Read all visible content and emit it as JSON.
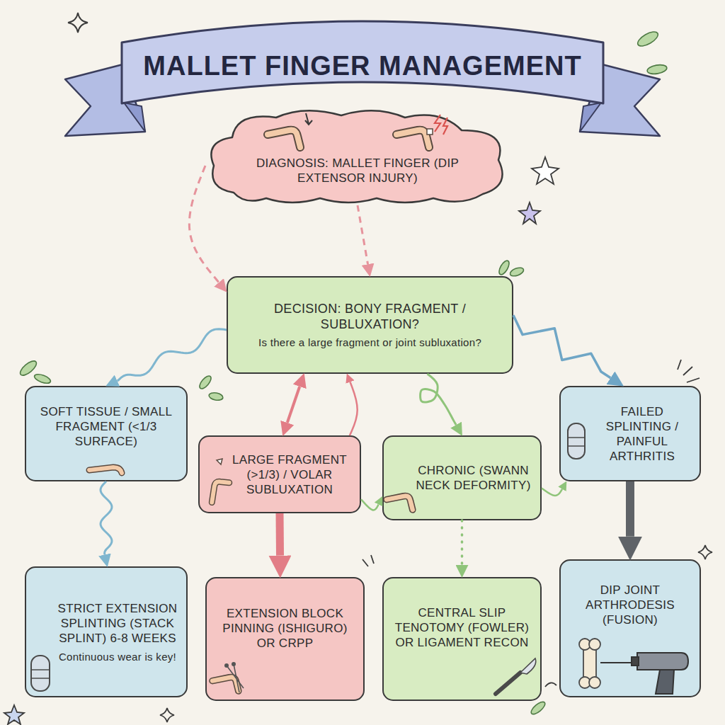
{
  "diagram": {
    "title": "MALLET FINGER MANAGEMENT",
    "nodes": [
      {
        "text": [
          "DIAGNOSIS: MALLET FINGER (DIP EXTENSOR INJURY)"
        ]
      },
      {
        "text": [
          "DECISION: BONY FRAGMENT / SUBLUXATION?",
          "Is there a large fragment or joint subluxation?"
        ]
      },
      {
        "text": [
          "SOFT TISSUE / SMALL FRAGMENT (<1/3 SURFACE)"
        ]
      },
      {
        "text": [
          "LARGE FRAGMENT (>1/3) / VOLAR SUBLUXATION"
        ]
      },
      {
        "text": [
          "CHRONIC (SWANN NECK DEFORMITY)"
        ]
      },
      {
        "text": [
          "FAILED SPLINTING / PAINFUL ARTHRITIS"
        ]
      },
      {
        "text": [
          "STRICT EXTENSION SPLINTING (STACK SPLINT) 6-8 WEEKS",
          "Continuous wear is key!"
        ]
      },
      {
        "text": [
          "EXTENSION BLOCK PINNING (ISHIGURO) OR CRPP"
        ]
      },
      {
        "text": [
          "CENTRAL SLIP TENOTOMY (FOWLER) OR LIGAMENT RECON"
        ]
      },
      {
        "text": [
          "DIP JOINT ARTHRODESIS (FUSION)"
        ]
      }
    ],
    "edges": [
      {
        "from": 0,
        "to": 1,
        "arrow": "to"
      },
      {
        "from": 0,
        "to": 1,
        "arrow": "to"
      },
      {
        "from": 1,
        "to": 2,
        "arrow": "to"
      },
      {
        "from": 1,
        "to": 3,
        "arrow": "both"
      },
      {
        "from": 1,
        "to": 4,
        "arrow": "to"
      },
      {
        "from": 1,
        "to": 5,
        "arrow": "to"
      },
      {
        "from": 2,
        "to": 6,
        "arrow": "to"
      },
      {
        "from": 3,
        "to": 7,
        "arrow": "to"
      },
      {
        "from": 4,
        "to": 8,
        "arrow": "to"
      },
      {
        "from": 5,
        "to": 9,
        "arrow": "to"
      },
      {
        "from": 3,
        "to": 1,
        "arrow": "to"
      },
      {
        "from": 3,
        "to": 4,
        "arrow": "to"
      },
      {
        "from": 4,
        "to": 5,
        "arrow": "to"
      }
    ]
  }
}
